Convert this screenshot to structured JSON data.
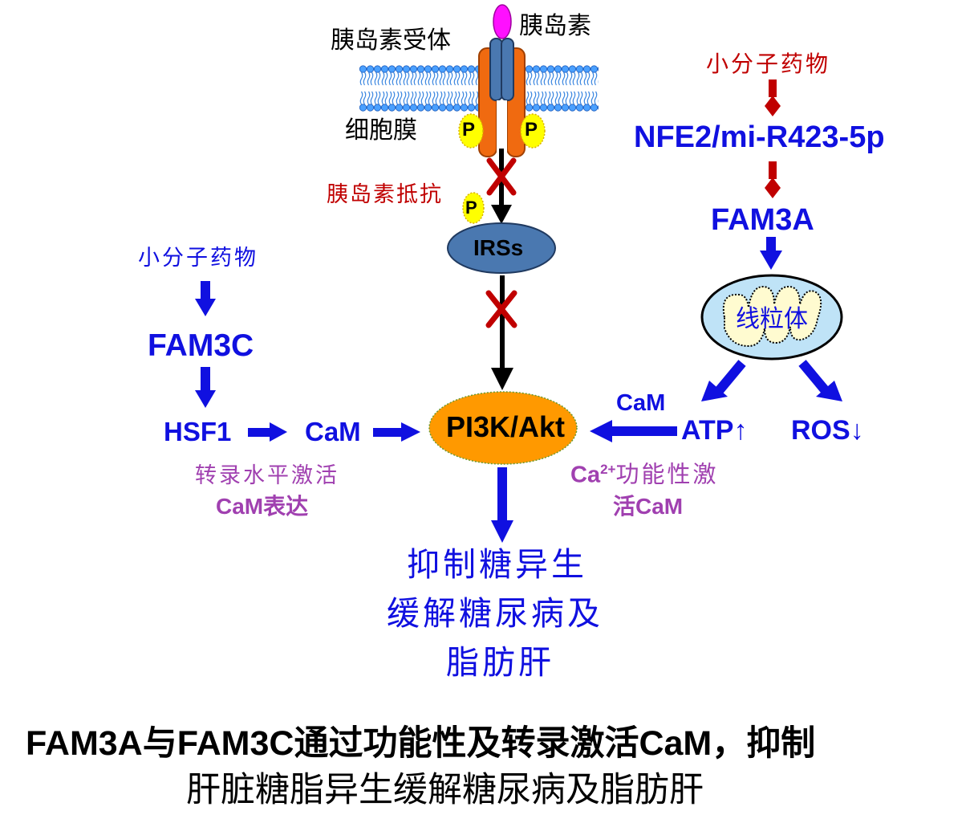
{
  "labels": {
    "insulin_receptor": "胰岛素受体",
    "insulin": "胰岛素",
    "cell_membrane": "细胞膜",
    "phospho": "P",
    "insulin_resistance": "胰岛素抵抗",
    "irss": "IRSs",
    "pi3k_akt": "PI3K/Akt",
    "small_molecule_left": "小分子药物",
    "fam3c": "FAM3C",
    "hsf1": "HSF1",
    "cam_left": "CaM",
    "transcription_note_line1": "转录水平激活",
    "transcription_note_line2": "CaM表达",
    "small_molecule_right": "小分子药物",
    "nfe2": "NFE2/mi-R423-5p",
    "fam3a": "FAM3A",
    "mitochondria": "线粒体",
    "atp": "ATP↑",
    "ros": "ROS↓",
    "cam_right": "CaM",
    "ca_note_ca": "Ca",
    "ca_note_sup": "2+",
    "ca_note_rest": "功能性激",
    "ca_note_line2": "活CaM",
    "outcome_line1": "抑制糖异生",
    "outcome_line2": "缓解糖尿病及",
    "outcome_line3": "脂肪肝",
    "caption_line1": "FAM3A与FAM3C通过功能性及转录激活CaM，抑制",
    "caption_line2": "肝脏糖脂异生缓解糖尿病及脂肪肝"
  },
  "colors": {
    "blue_text": "#1010e0",
    "red_text": "#c00000",
    "purple_text": "#a040b0",
    "arrow_blue": "#1010e0",
    "inhibit_red": "#c00000",
    "block_x": "#c00000",
    "receptor_orange": "#f06a10",
    "receptor_blue": "#4a78b0",
    "insulin_magenta": "#ff10ff",
    "irss_fill": "#4a78b0",
    "pi3k_fill": "#ff9900",
    "phospho_fill": "#ffff00",
    "mito_fill": "#bfe3f7",
    "mito_inner": "#fffbd0"
  }
}
